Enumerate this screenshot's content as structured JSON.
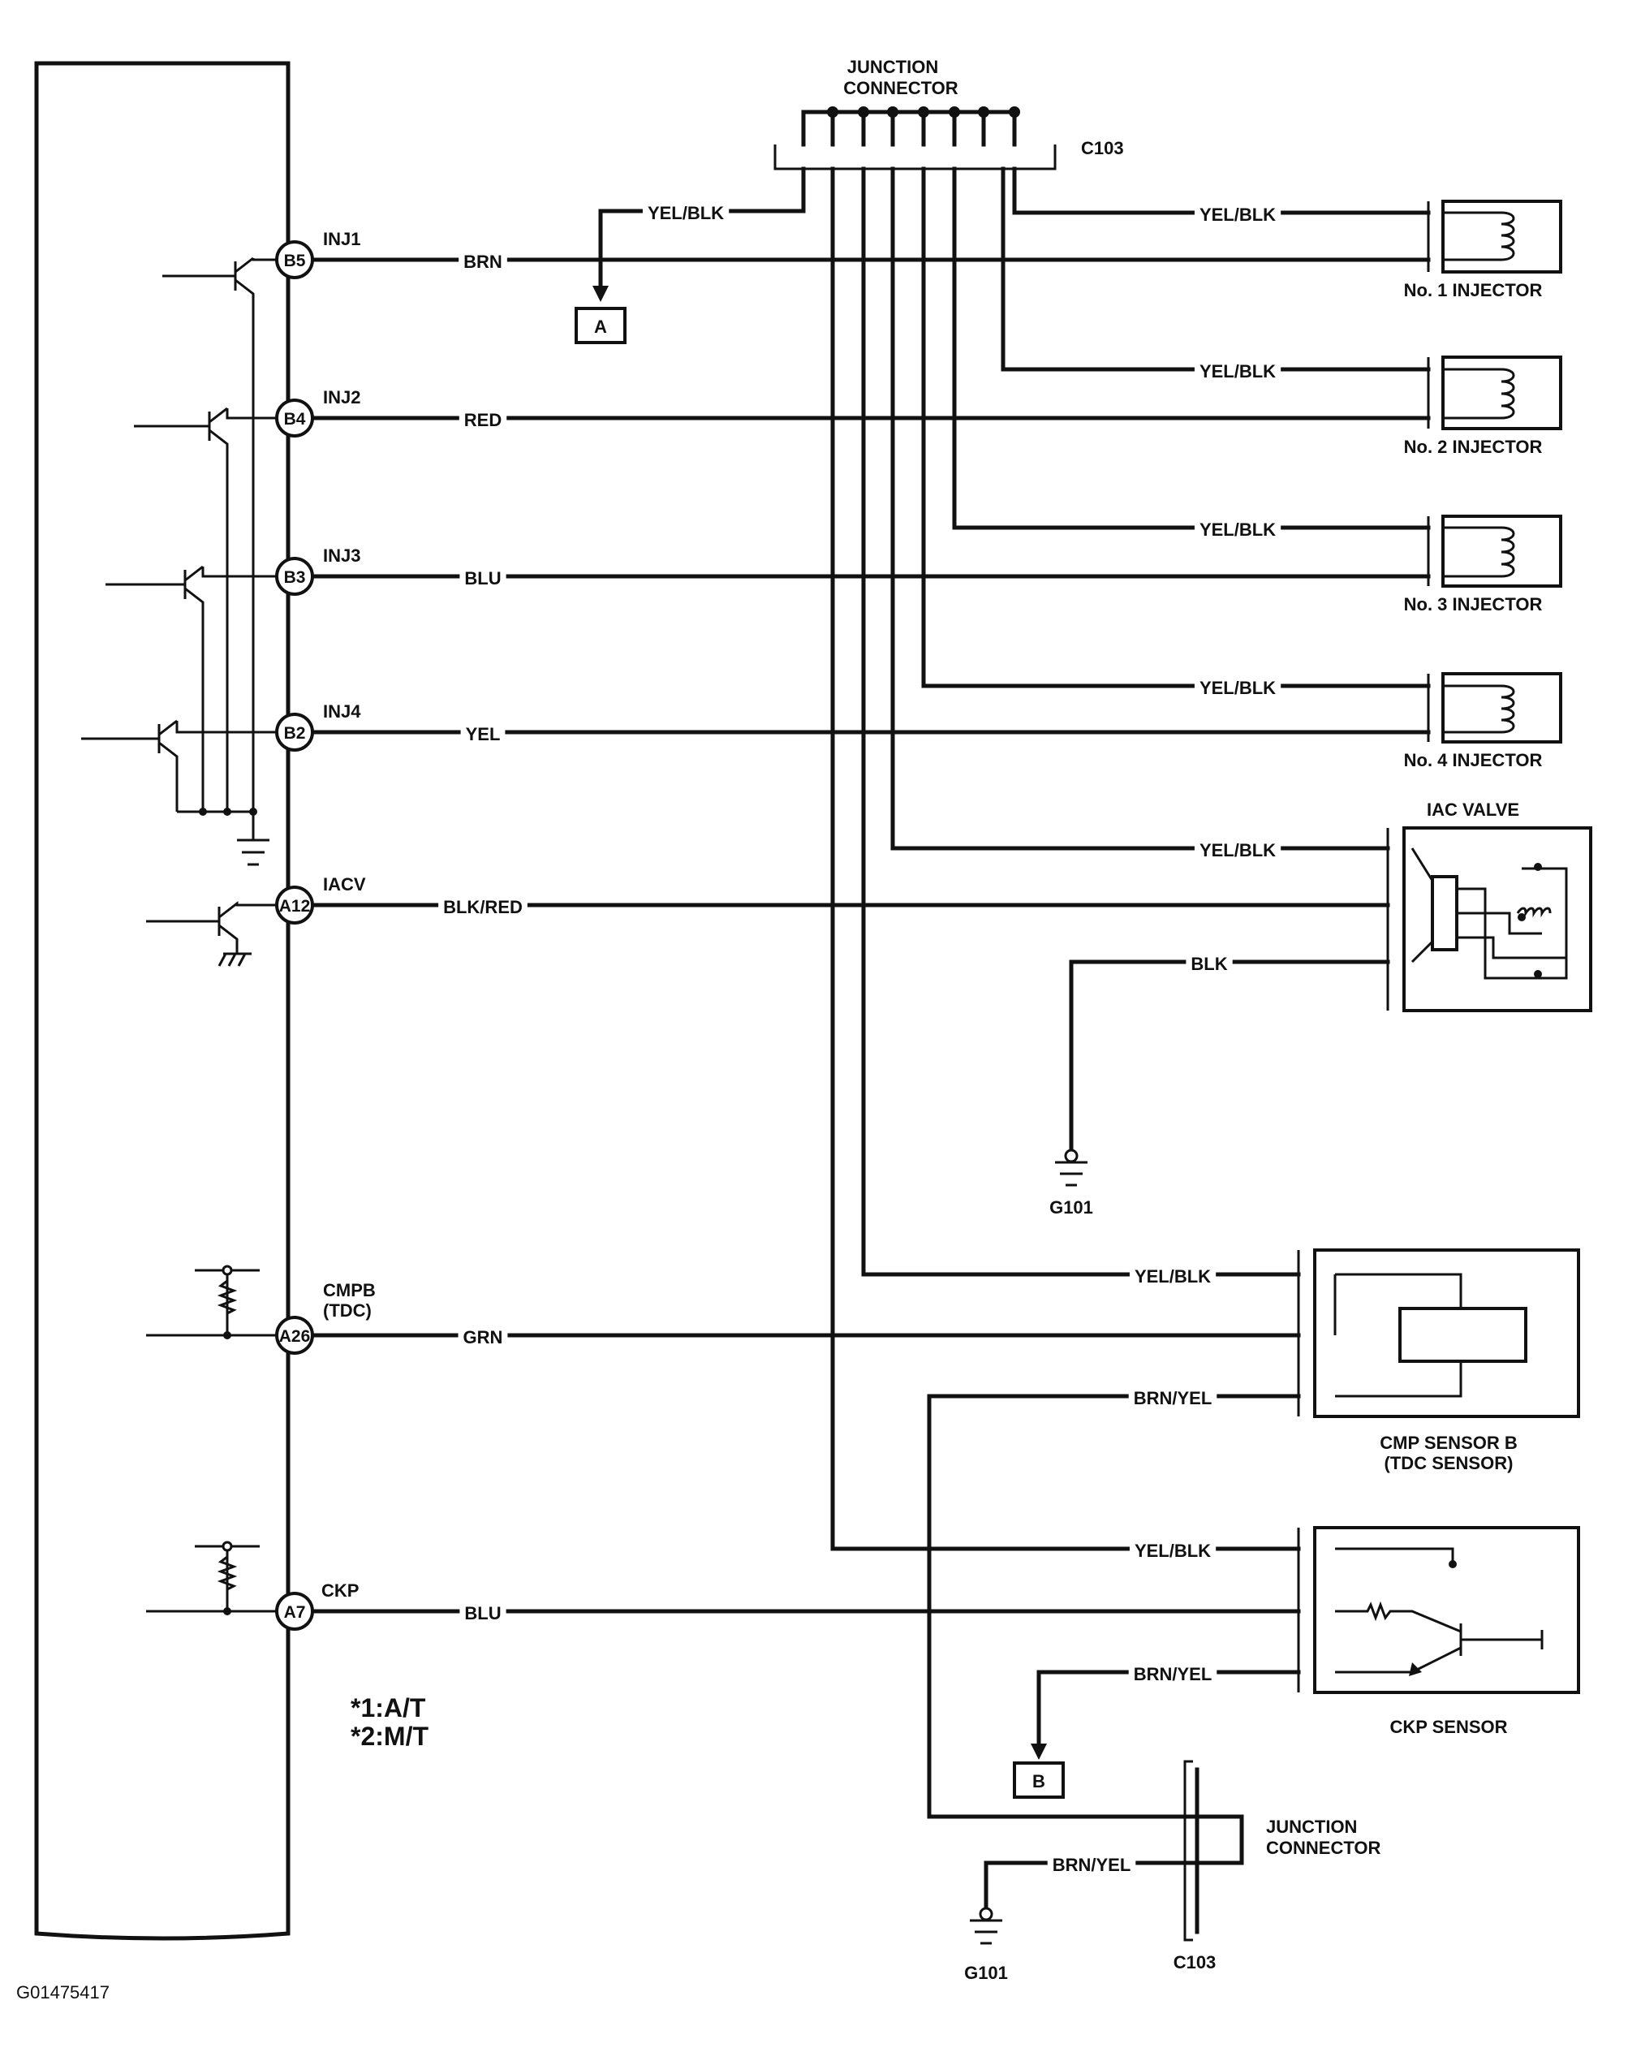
{
  "ecm": {
    "pins": {
      "b5": "B5",
      "b4": "B4",
      "b3": "B3",
      "b2": "B2",
      "a12": "A12",
      "a26": "A26",
      "a7": "A7"
    },
    "signals": {
      "inj1": "INJ1",
      "inj2": "INJ2",
      "inj3": "INJ3",
      "inj4": "INJ4",
      "iacv": "IACV",
      "cmpb": "CMPB",
      "cmpb_sub": "(TDC)",
      "ckp": "CKP"
    }
  },
  "wires": {
    "brn": "BRN",
    "red": "RED",
    "blu": "BLU",
    "yel": "YEL",
    "blk_red": "BLK/RED",
    "grn": "GRN",
    "blu_ckp": "BLU",
    "yel_blk_a": "YEL/BLK",
    "yel_blk_inj1": "YEL/BLK",
    "yel_blk_inj2": "YEL/BLK",
    "yel_blk_inj3": "YEL/BLK",
    "yel_blk_inj4": "YEL/BLK",
    "yel_blk_iac": "YEL/BLK",
    "blk_iac": "BLK",
    "yel_blk_cmp": "YEL/BLK",
    "brn_yel_cmp": "BRN/YEL",
    "yel_blk_ckp": "YEL/BLK",
    "brn_yel_ckp": "BRN/YEL",
    "brn_yel_g101": "BRN/YEL"
  },
  "junction_top": {
    "label_line1": "JUNCTION",
    "label_line2": "CONNECTOR",
    "code": "C103"
  },
  "junction_bottom": {
    "label_line1": "JUNCTION",
    "label_line2": "CONNECTOR",
    "code": "C103"
  },
  "components": {
    "injector1": "No. 1 INJECTOR",
    "injector2": "No. 2 INJECTOR",
    "injector3": "No. 3 INJECTOR",
    "injector4": "No. 4 INJECTOR",
    "iac_valve": "IAC VALVE",
    "cmp_sensor_line1": "CMP SENSOR B",
    "cmp_sensor_line2": "(TDC SENSOR)",
    "ckp_sensor": "CKP SENSOR"
  },
  "grounds": {
    "g101_iac": "G101",
    "g101_bottom": "G101"
  },
  "refs": {
    "a": "A",
    "b": "B"
  },
  "notes": {
    "note1": "*1:A/T",
    "note2": "*2:M/T"
  },
  "figure_id": "G01475417"
}
